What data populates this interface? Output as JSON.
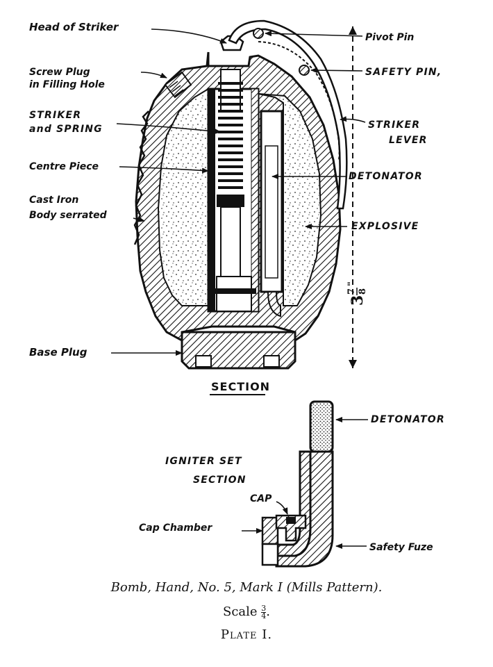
{
  "section_view": {
    "title": "SECTION",
    "labels": {
      "head_of_striker": "Head of Striker",
      "screw_plug_line1": "Screw Plug",
      "screw_plug_line2": "in Filling Hole",
      "striker_spring_line1": "STRIKER",
      "striker_spring_line2": "and SPRING",
      "centre_piece": "Centre Piece",
      "cast_iron_line1": "Cast Iron",
      "cast_iron_line2": "Body serrated",
      "base_plug": "Base Plug",
      "pivot_pin": "Pivot Pin",
      "safety_pin": "SAFETY PIN,",
      "striker_lever_line1": "STRIKER",
      "striker_lever_line2": "LEVER",
      "detonator": "DETONATOR",
      "explosive": "EXPLOSIVE"
    },
    "dimension": {
      "whole": "3",
      "numerator": "7",
      "denominator": "8",
      "unit_mark": "\""
    }
  },
  "igniter_view": {
    "title_line1": "IGNITER SET",
    "title_line2": "SECTION",
    "labels": {
      "detonator": "DETONATOR",
      "cap": "CAP",
      "cap_chamber": "Cap Chamber",
      "safety_fuze": "Safety Fuze"
    }
  },
  "caption": {
    "title": "Bomb, Hand, No. 5, Mark I (Mills Pattern).",
    "scale_prefix": "Scale",
    "scale_numerator": "3",
    "scale_denominator": "4",
    "scale_suffix": ".",
    "plate": "Plate I."
  }
}
